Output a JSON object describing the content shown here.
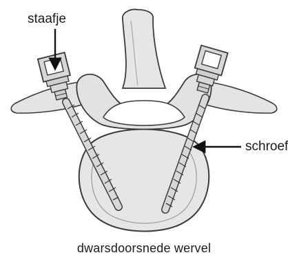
{
  "labels": {
    "rod": "staafje",
    "screw": "schroef"
  },
  "caption": "dwarsdoorsnede wervel",
  "colors": {
    "line": "#3a3a3a",
    "bone_fill": "#e4e4e4",
    "bone_shade": "#cfcfcf",
    "metal_fill": "#d8d8d8",
    "text": "#1a1a1a"
  }
}
